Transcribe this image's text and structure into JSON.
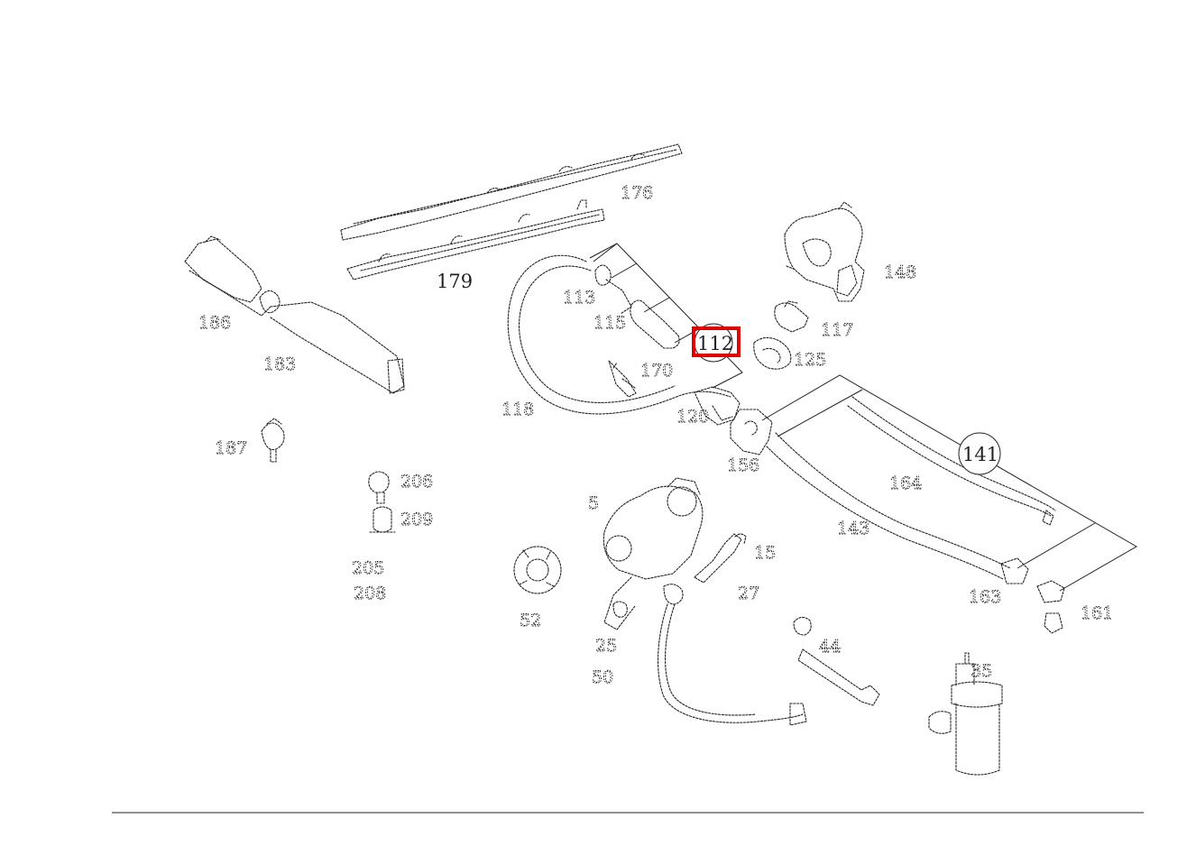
{
  "labels": {
    "l179": "179",
    "l176": "176",
    "l186": "186",
    "l183": "183",
    "l113": "113",
    "l115": "115",
    "l118": "118",
    "l170": "170",
    "l120": "120",
    "l112": "112",
    "l125": "125",
    "l117": "117",
    "l148": "148",
    "l187": "187",
    "l156": "156",
    "l141": "141",
    "l164": "164",
    "l143": "143",
    "l206": "206",
    "l209": "209",
    "l205": "205",
    "l208": "208",
    "l5": "5",
    "l15": "15",
    "l52": "52",
    "l25": "25",
    "l50": "50",
    "l27": "27",
    "l44": "44",
    "l35": "35",
    "l163": "163",
    "l161": "161"
  },
  "highlight": {
    "color": "#e00000",
    "target": "112"
  }
}
